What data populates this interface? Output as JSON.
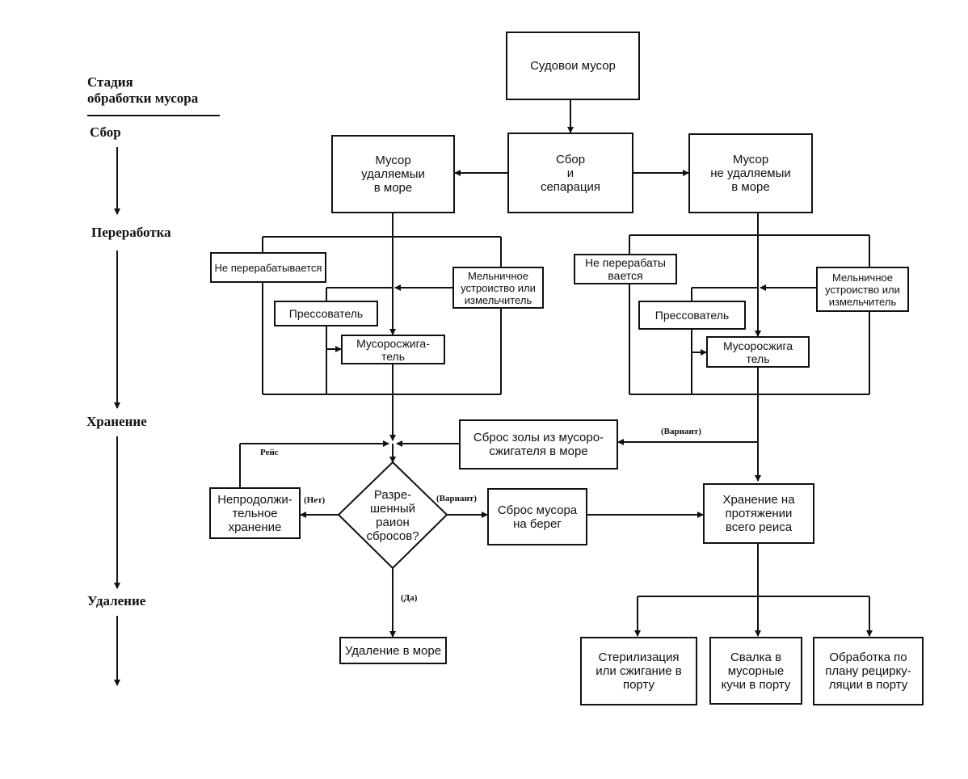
{
  "stages": {
    "header": "Стадия\nобработки мусора",
    "collection": "Сбор",
    "processing": "Переработка",
    "storage": "Хранение",
    "removal": "Удаление"
  },
  "nodes": {
    "ship_garbage": "Судовои мусор",
    "collection_separation": "Сбор\nи\nсепарация",
    "garbage_disposable_at_sea": "Мусор\nудаляемыи\nв море",
    "garbage_not_disposable_at_sea": "Мусор\nне удаляемыи\nв море",
    "not_processed_left": "Не перерабатывается",
    "grinder_left": "Мельничное\nустроиство или\nизмельчитель",
    "compactor_left": "Прессователь",
    "incinerator_left": "Мусоросжига-\nтель",
    "not_processed_right": "Не перерабаты\nвается",
    "grinder_right": "Мельничное\nустроиство или\nизмельчитель",
    "compactor_right": "Прессователь",
    "incinerator_right": "Мусоросжига\nтель",
    "ash_discharge": "Сброс золы из мусоро-\nсжигателя в море",
    "short_storage": "Непродолжи-\nтельное\nхранение",
    "permitted_area": "Разре-\nшенный\nраион\nсбросов?",
    "discharge_ashore": "Сброс мусора\nна берег",
    "voyage_storage": "Хранение на\nпротяжении\nвсего реиса",
    "disposal_at_sea": "Удаление в море",
    "sterilization": "Стерилизация\nили сжигание в\nпорту",
    "landfill": "Свалка в\nмусорные\nкучи в порту",
    "recycling": "Обработка по\nплану рецирку-\nляции в порту"
  },
  "edge_labels": {
    "voyage": "Рейс",
    "no": "(Нет)",
    "option_left": "(Вариант)",
    "option_right": "(Вариант)",
    "yes": "(Да)"
  }
}
